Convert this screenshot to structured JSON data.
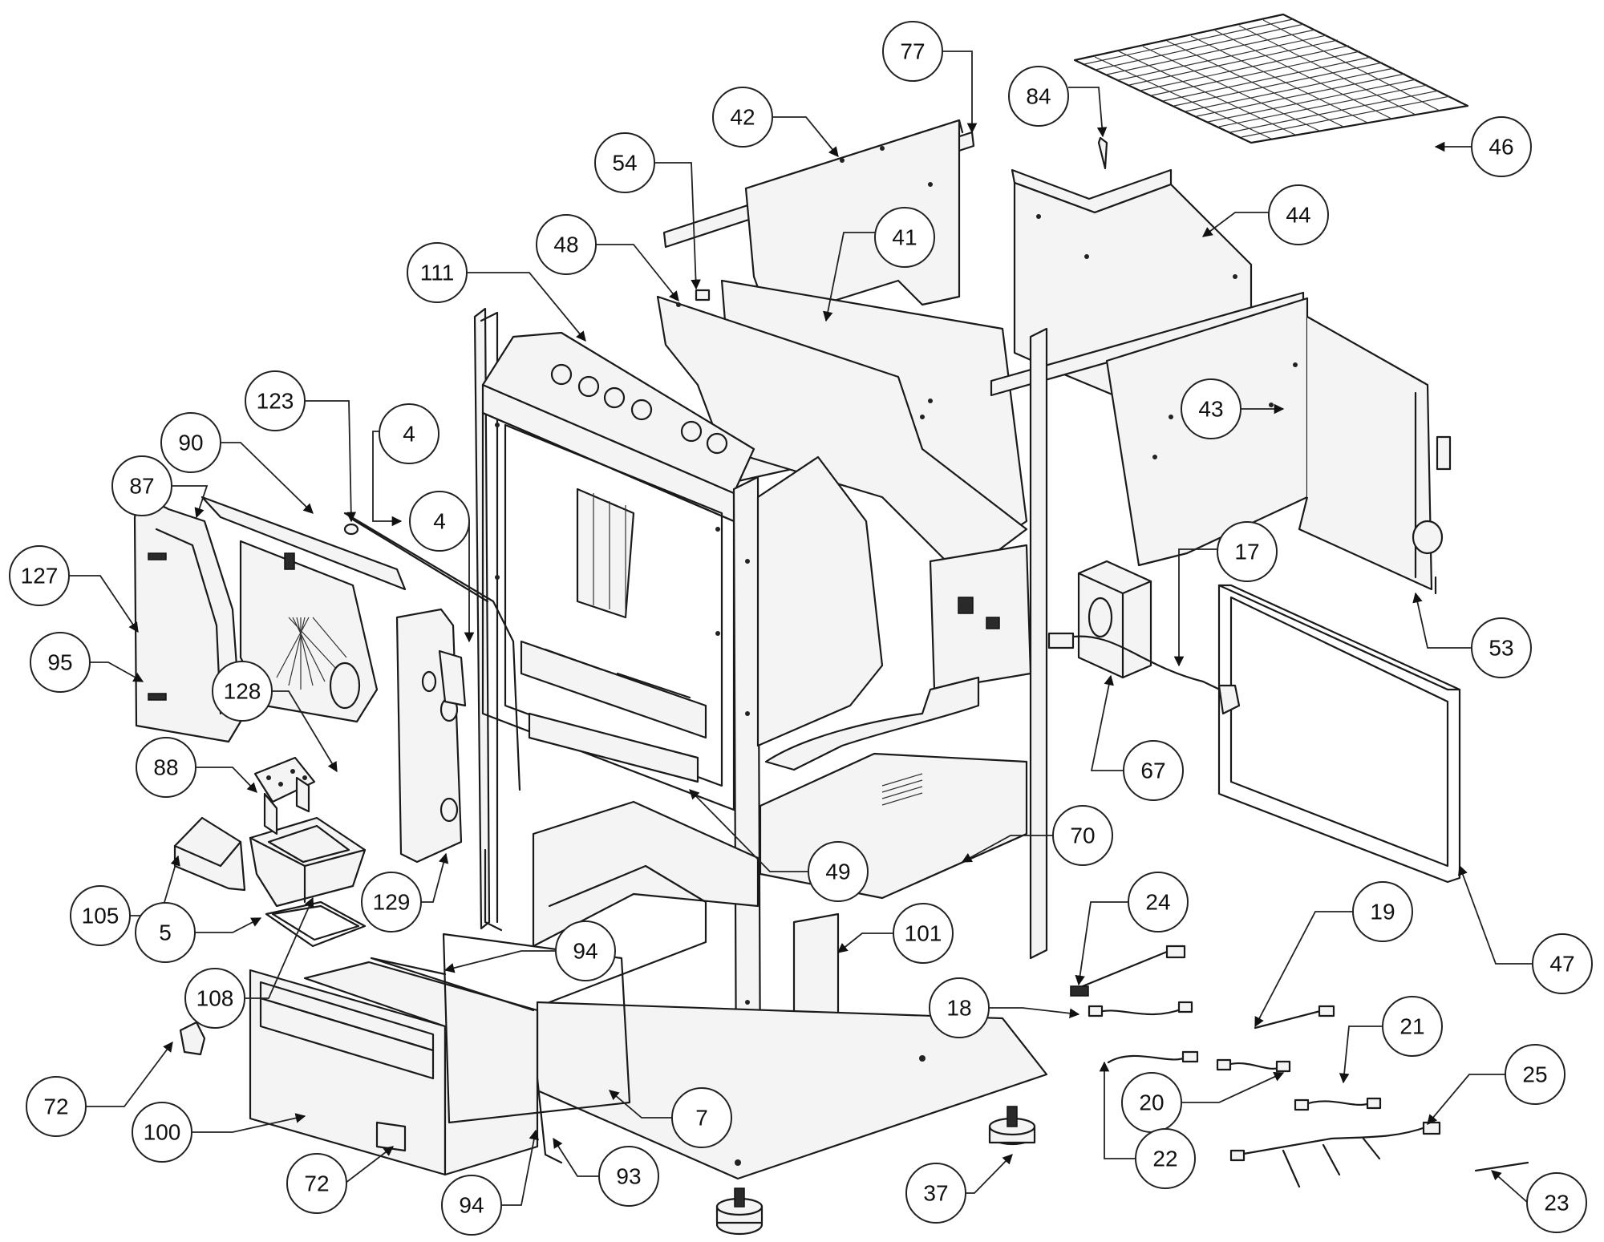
{
  "callouts": [
    {
      "id": "c77",
      "label": "77"
    },
    {
      "id": "c84",
      "label": "84"
    },
    {
      "id": "c42",
      "label": "42"
    },
    {
      "id": "c46",
      "label": "46"
    },
    {
      "id": "c54",
      "label": "54"
    },
    {
      "id": "c44",
      "label": "44"
    },
    {
      "id": "c48",
      "label": "48"
    },
    {
      "id": "c41",
      "label": "41"
    },
    {
      "id": "c111",
      "label": "111"
    },
    {
      "id": "c43",
      "label": "43"
    },
    {
      "id": "c123",
      "label": "123"
    },
    {
      "id": "c4a",
      "label": "4"
    },
    {
      "id": "c90",
      "label": "90"
    },
    {
      "id": "c4b",
      "label": "4"
    },
    {
      "id": "c87",
      "label": "87"
    },
    {
      "id": "c17",
      "label": "17"
    },
    {
      "id": "c127",
      "label": "127"
    },
    {
      "id": "c53",
      "label": "53"
    },
    {
      "id": "c95",
      "label": "95"
    },
    {
      "id": "c128",
      "label": "128"
    },
    {
      "id": "c67",
      "label": "67"
    },
    {
      "id": "c88",
      "label": "88"
    },
    {
      "id": "c70",
      "label": "70"
    },
    {
      "id": "c49",
      "label": "49"
    },
    {
      "id": "c105",
      "label": "105"
    },
    {
      "id": "c129",
      "label": "129"
    },
    {
      "id": "c5",
      "label": "5"
    },
    {
      "id": "c24",
      "label": "24"
    },
    {
      "id": "c19",
      "label": "19"
    },
    {
      "id": "c101",
      "label": "101"
    },
    {
      "id": "c47",
      "label": "47"
    },
    {
      "id": "c94a",
      "label": "94"
    },
    {
      "id": "c18",
      "label": "18"
    },
    {
      "id": "c108",
      "label": "108"
    },
    {
      "id": "c21",
      "label": "21"
    },
    {
      "id": "c25",
      "label": "25"
    },
    {
      "id": "c72a",
      "label": "72"
    },
    {
      "id": "c20",
      "label": "20"
    },
    {
      "id": "c7",
      "label": "7"
    },
    {
      "id": "c100",
      "label": "100"
    },
    {
      "id": "c22",
      "label": "22"
    },
    {
      "id": "c93",
      "label": "93"
    },
    {
      "id": "c72b",
      "label": "72"
    },
    {
      "id": "c37",
      "label": "37"
    },
    {
      "id": "c94b",
      "label": "94"
    },
    {
      "id": "c23",
      "label": "23"
    }
  ]
}
